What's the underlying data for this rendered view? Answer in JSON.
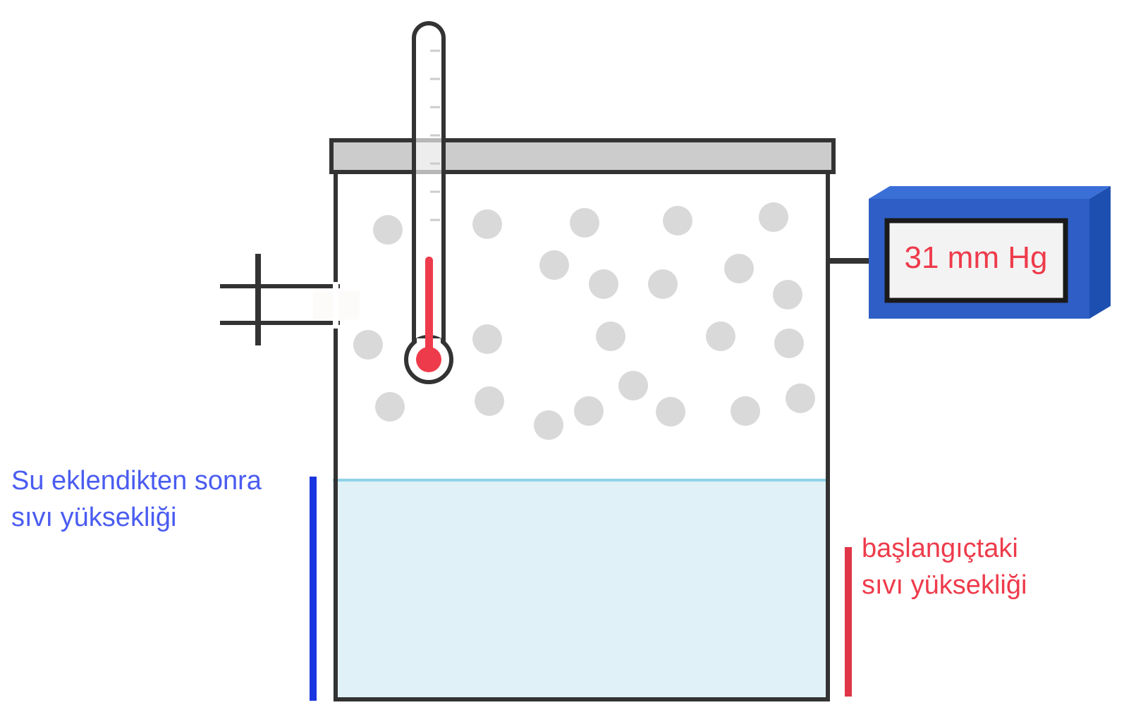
{
  "gauge": {
    "reading": "31 mm Hg",
    "text_color": "#ee3b4b",
    "body_color": "#2f5fc6"
  },
  "labels": {
    "after_water": {
      "line1": "Su eklendikten sonra",
      "line2": "sıvı yüksekliği",
      "color": "#4a5cf0"
    },
    "initial": {
      "line1": "başlangıçtaki",
      "line2": "sıvı yüksekliği",
      "color": "#ee3b4b"
    }
  },
  "colors": {
    "water": "#e0f1f8",
    "water_surface": "#8fd3e8",
    "particles": "#d9d9d9",
    "outline": "#333333",
    "lid": "#cccccc",
    "thermometer_liquid": "#ee3b4b"
  },
  "icons": {
    "gauge": "pressure-gauge-icon",
    "thermometer": "thermometer-icon",
    "valve": "valve-icon"
  }
}
